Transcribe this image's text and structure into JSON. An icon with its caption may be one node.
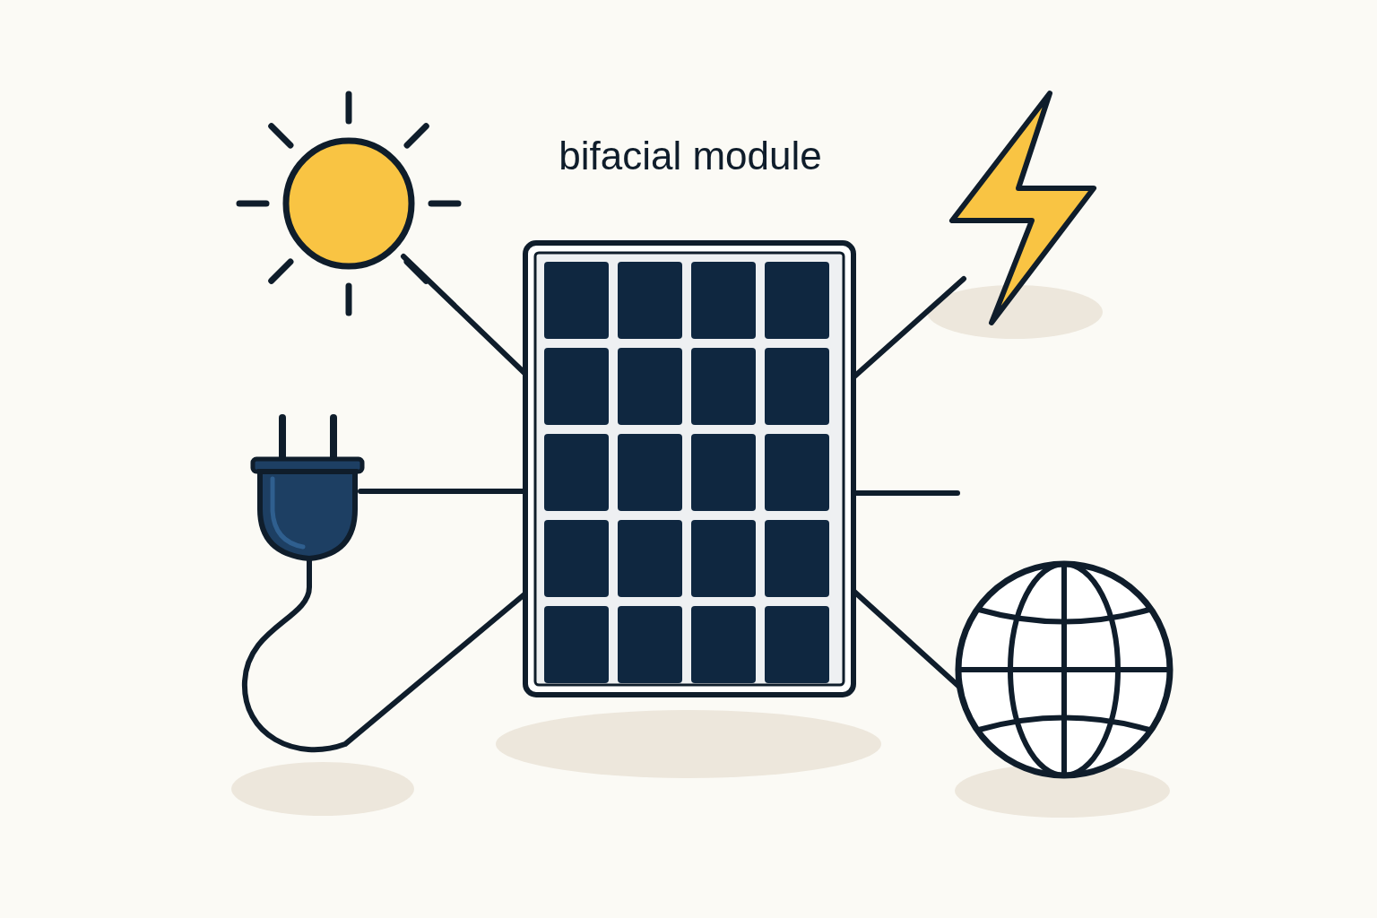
{
  "diagram": {
    "title": "bifacial module",
    "nodes": [
      {
        "text": [],
        "shape": "picture"
      },
      {
        "text": [],
        "shape": "picture"
      },
      {
        "text": [],
        "shape": "picture"
      },
      {
        "text": [],
        "shape": "picture"
      },
      {
        "text": [],
        "shape": "picture"
      }
    ],
    "edges": [
      {
        "from": 1,
        "to": 0,
        "arrow": "none"
      },
      {
        "from": 2,
        "to": 0,
        "arrow": "none"
      },
      {
        "from": 3,
        "to": 0,
        "arrow": "none"
      },
      {
        "from": 0,
        "to": null,
        "arrow": "none"
      },
      {
        "from": 3,
        "to": 0,
        "arrow": "none"
      },
      {
        "from": 4,
        "to": 0,
        "arrow": "none"
      }
    ]
  }
}
